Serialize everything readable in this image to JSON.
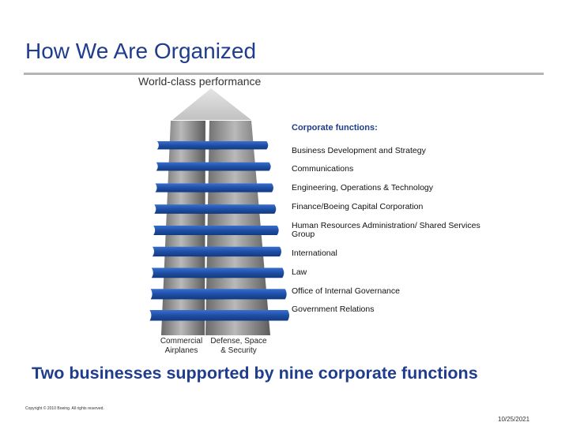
{
  "slide": {
    "title": "How We Are Organized",
    "subtitle": "World-class performance",
    "tagline": "Two businesses supported by nine corporate functions",
    "copyright": "Copyright © 2010 Boeing. All rights reserved.",
    "date": "10/25/2021"
  },
  "columns": [
    {
      "label": "Commercial\nAirplanes"
    },
    {
      "label": "Defense, Space\n& Security"
    }
  ],
  "functions": {
    "heading": "Corporate functions:",
    "items": [
      "Business Development and Strategy",
      "Communications",
      "Engineering, Operations & Technology",
      "Finance/Boeing Capital Corporation",
      "Human Resources Administration/ Shared Services Group",
      "International",
      "Law",
      "Office of Internal Governance",
      "Government Relations"
    ]
  },
  "colors": {
    "title": "#1f3d8c",
    "band": "#1e4fa6",
    "pillar": "#8f8f8f",
    "rule": "#b5b5b5"
  }
}
